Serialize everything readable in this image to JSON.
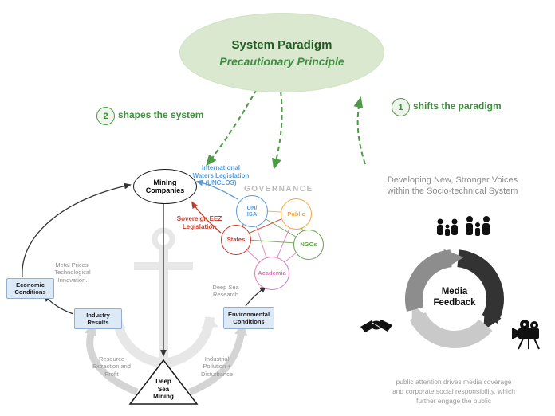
{
  "paradigm": {
    "title": "System Paradigm",
    "subtitle": "Precautionary Principle"
  },
  "steps": {
    "two": {
      "number": "2",
      "label": "shapes the system"
    },
    "one": {
      "number": "1",
      "label": "shifts the paradigm"
    }
  },
  "system": {
    "mining_companies": "Mining\nCompanies",
    "intl_waters": "International\nWaters Legislation\n(UNCLOS)",
    "governance": "GOVERNANCE",
    "eez": "Sovereign EEZ\nLegislation",
    "actors": [
      {
        "label": "UN/\nISA",
        "color": "#5b9bd5"
      },
      {
        "label": "Public",
        "color": "#f2a93b"
      },
      {
        "label": "States",
        "color": "#c23b2a"
      },
      {
        "label": "NGOs",
        "color": "#67a14e"
      },
      {
        "label": "Academia",
        "color": "#d97cb7"
      }
    ],
    "boxes": {
      "economic": "Economic\nConditions",
      "industry": "Industry\nResults",
      "environmental": "Environmental\nConditions"
    },
    "flows": {
      "metal_prices": "Metal Prices,\nTechnological\nInnovation.",
      "deep_sea_research": "Deep Sea\nResearch",
      "resource_extraction": "Resource\nExtraction and\nProfit",
      "industrial_pollution": "Industrial\nPollution +\nDisturbance"
    },
    "sink": "Deep\nSea\nMining"
  },
  "media": {
    "heading": "Developing New, Stronger Voices\nwithin the Socio-technical System",
    "center_label": "Media\nFeedback",
    "caption": "public attention drives media coverage\nand corporate social responsibility, which\nfurther engage the public",
    "icons": {
      "audience": "families-icon",
      "agreement": "handshake-icon",
      "press": "video-camera-icon"
    }
  },
  "colors": {
    "accent_green": "#4e9a47",
    "blue": "#5b9bd5",
    "red": "#c23b2a",
    "orange": "#f2a93b",
    "green": "#67a14e",
    "pink": "#d97cb7",
    "box_fill": "#dce9f7",
    "box_border": "#93afcd",
    "gray_text": "#8f8f8f"
  }
}
